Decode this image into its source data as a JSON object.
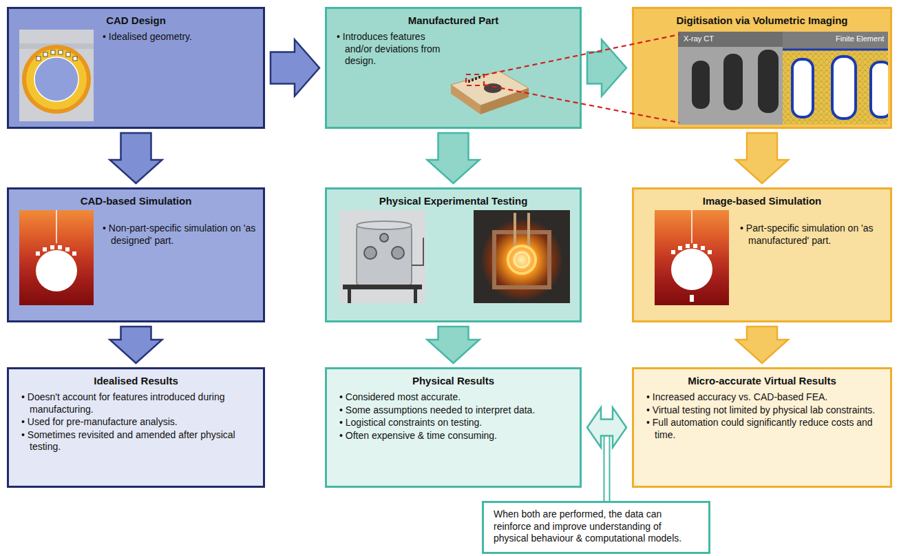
{
  "diagram": {
    "nodes": [
      {
        "text": [
          "CAD Design",
          "• Idealised geometry."
        ]
      },
      {
        "text": [
          "Manufactured Part",
          "• Introduces features and/or deviations from design."
        ]
      },
      {
        "text": [
          "Digitisation via Volumetric Imaging"
        ]
      },
      {
        "text": [
          "CAD-based Simulation",
          "• Non-part-specific simulation on 'as designed' part."
        ]
      },
      {
        "text": [
          "Physical Experimental Testing"
        ]
      },
      {
        "text": [
          "Image-based Simulation",
          "• Part-specific simulation on 'as manufactured' part."
        ]
      },
      {
        "text": [
          "Idealised Results",
          "• Doesn't account for features introduced during manufacturing.",
          "• Used for pre-manufacture analysis.",
          "• Sometimes revisited and amended after physical testing."
        ]
      },
      {
        "text": [
          "Physical Results",
          "• Considered most accurate.",
          "• Some assumptions needed to interpret data.",
          "• Logistical constraints on testing.",
          "• Often expensive & time consuming."
        ]
      },
      {
        "text": [
          "Micro-accurate Virtual Results",
          "• Increased accuracy vs. CAD-based FEA.",
          "• Virtual testing not limited by physical lab constraints.",
          "• Full automation could significantly reduce costs and time."
        ]
      },
      {
        "text": [
          "When both are performed, the data can reinforce and improve understanding of physical behaviour & computational models."
        ]
      }
    ],
    "edges": [
      {
        "from": 0,
        "to": 1,
        "arrow": "to"
      },
      {
        "from": 1,
        "to": 2,
        "arrow": "to"
      },
      {
        "from": 0,
        "to": 3,
        "arrow": "to"
      },
      {
        "from": 3,
        "to": 6,
        "arrow": "to"
      },
      {
        "from": 1,
        "to": 4,
        "arrow": "to"
      },
      {
        "from": 4,
        "to": 7,
        "arrow": "to"
      },
      {
        "from": 2,
        "to": 5,
        "arrow": "to"
      },
      {
        "from": 5,
        "to": 8,
        "arrow": "to"
      },
      {
        "from": 7,
        "to": 8,
        "arrow": "both"
      }
    ],
    "labels": [
      "X-ray CT",
      "Finite Element"
    ]
  }
}
